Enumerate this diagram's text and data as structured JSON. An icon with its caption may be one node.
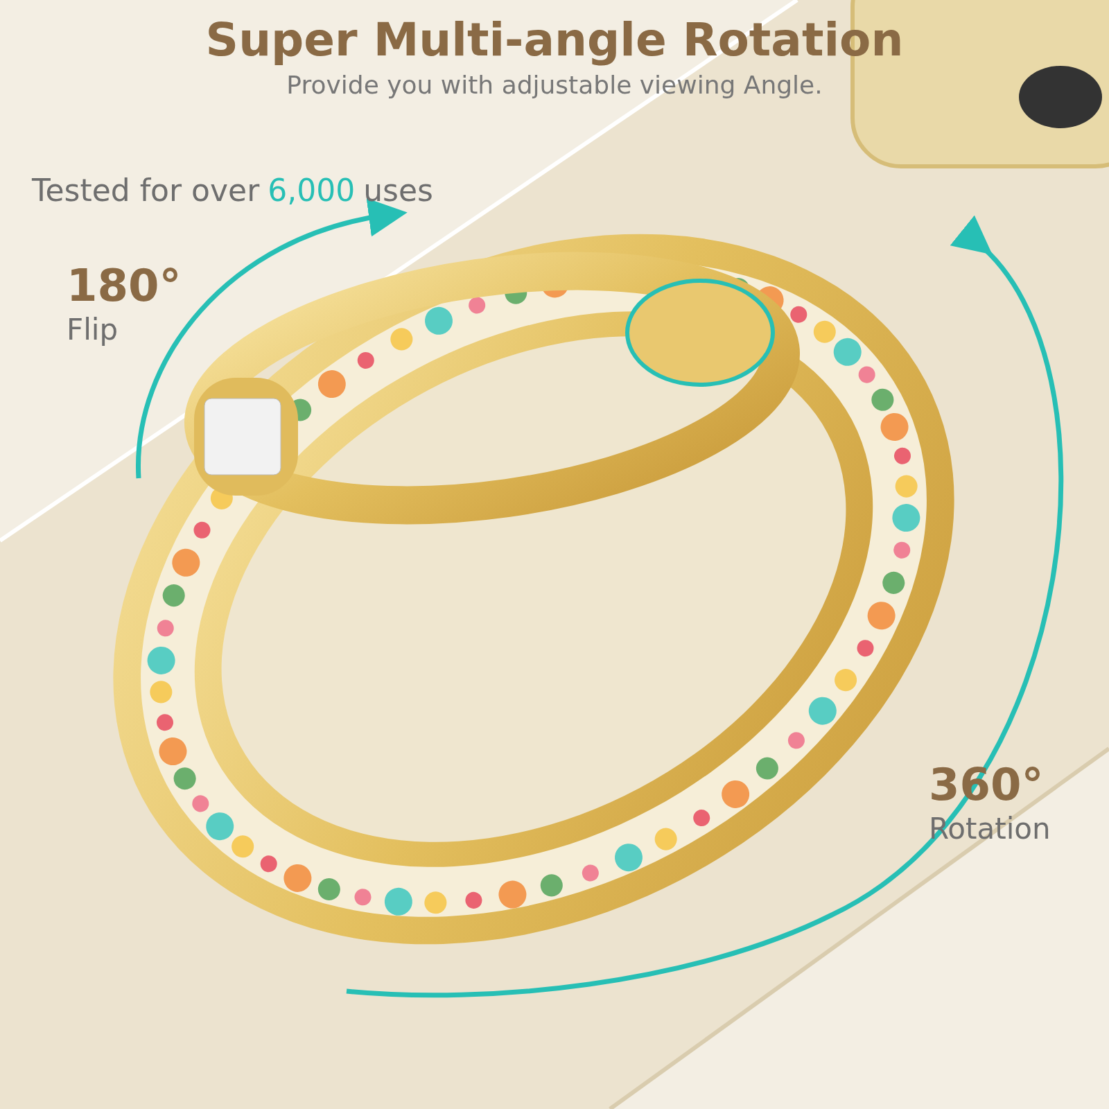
{
  "diagram": {
    "title": "Super Multi-angle Rotation",
    "labels": [
      "Provide you with adjustable viewing Angle.",
      "Tested for over",
      "6,000",
      "uses",
      "180°",
      "Flip",
      "360°",
      "Rotation"
    ]
  }
}
